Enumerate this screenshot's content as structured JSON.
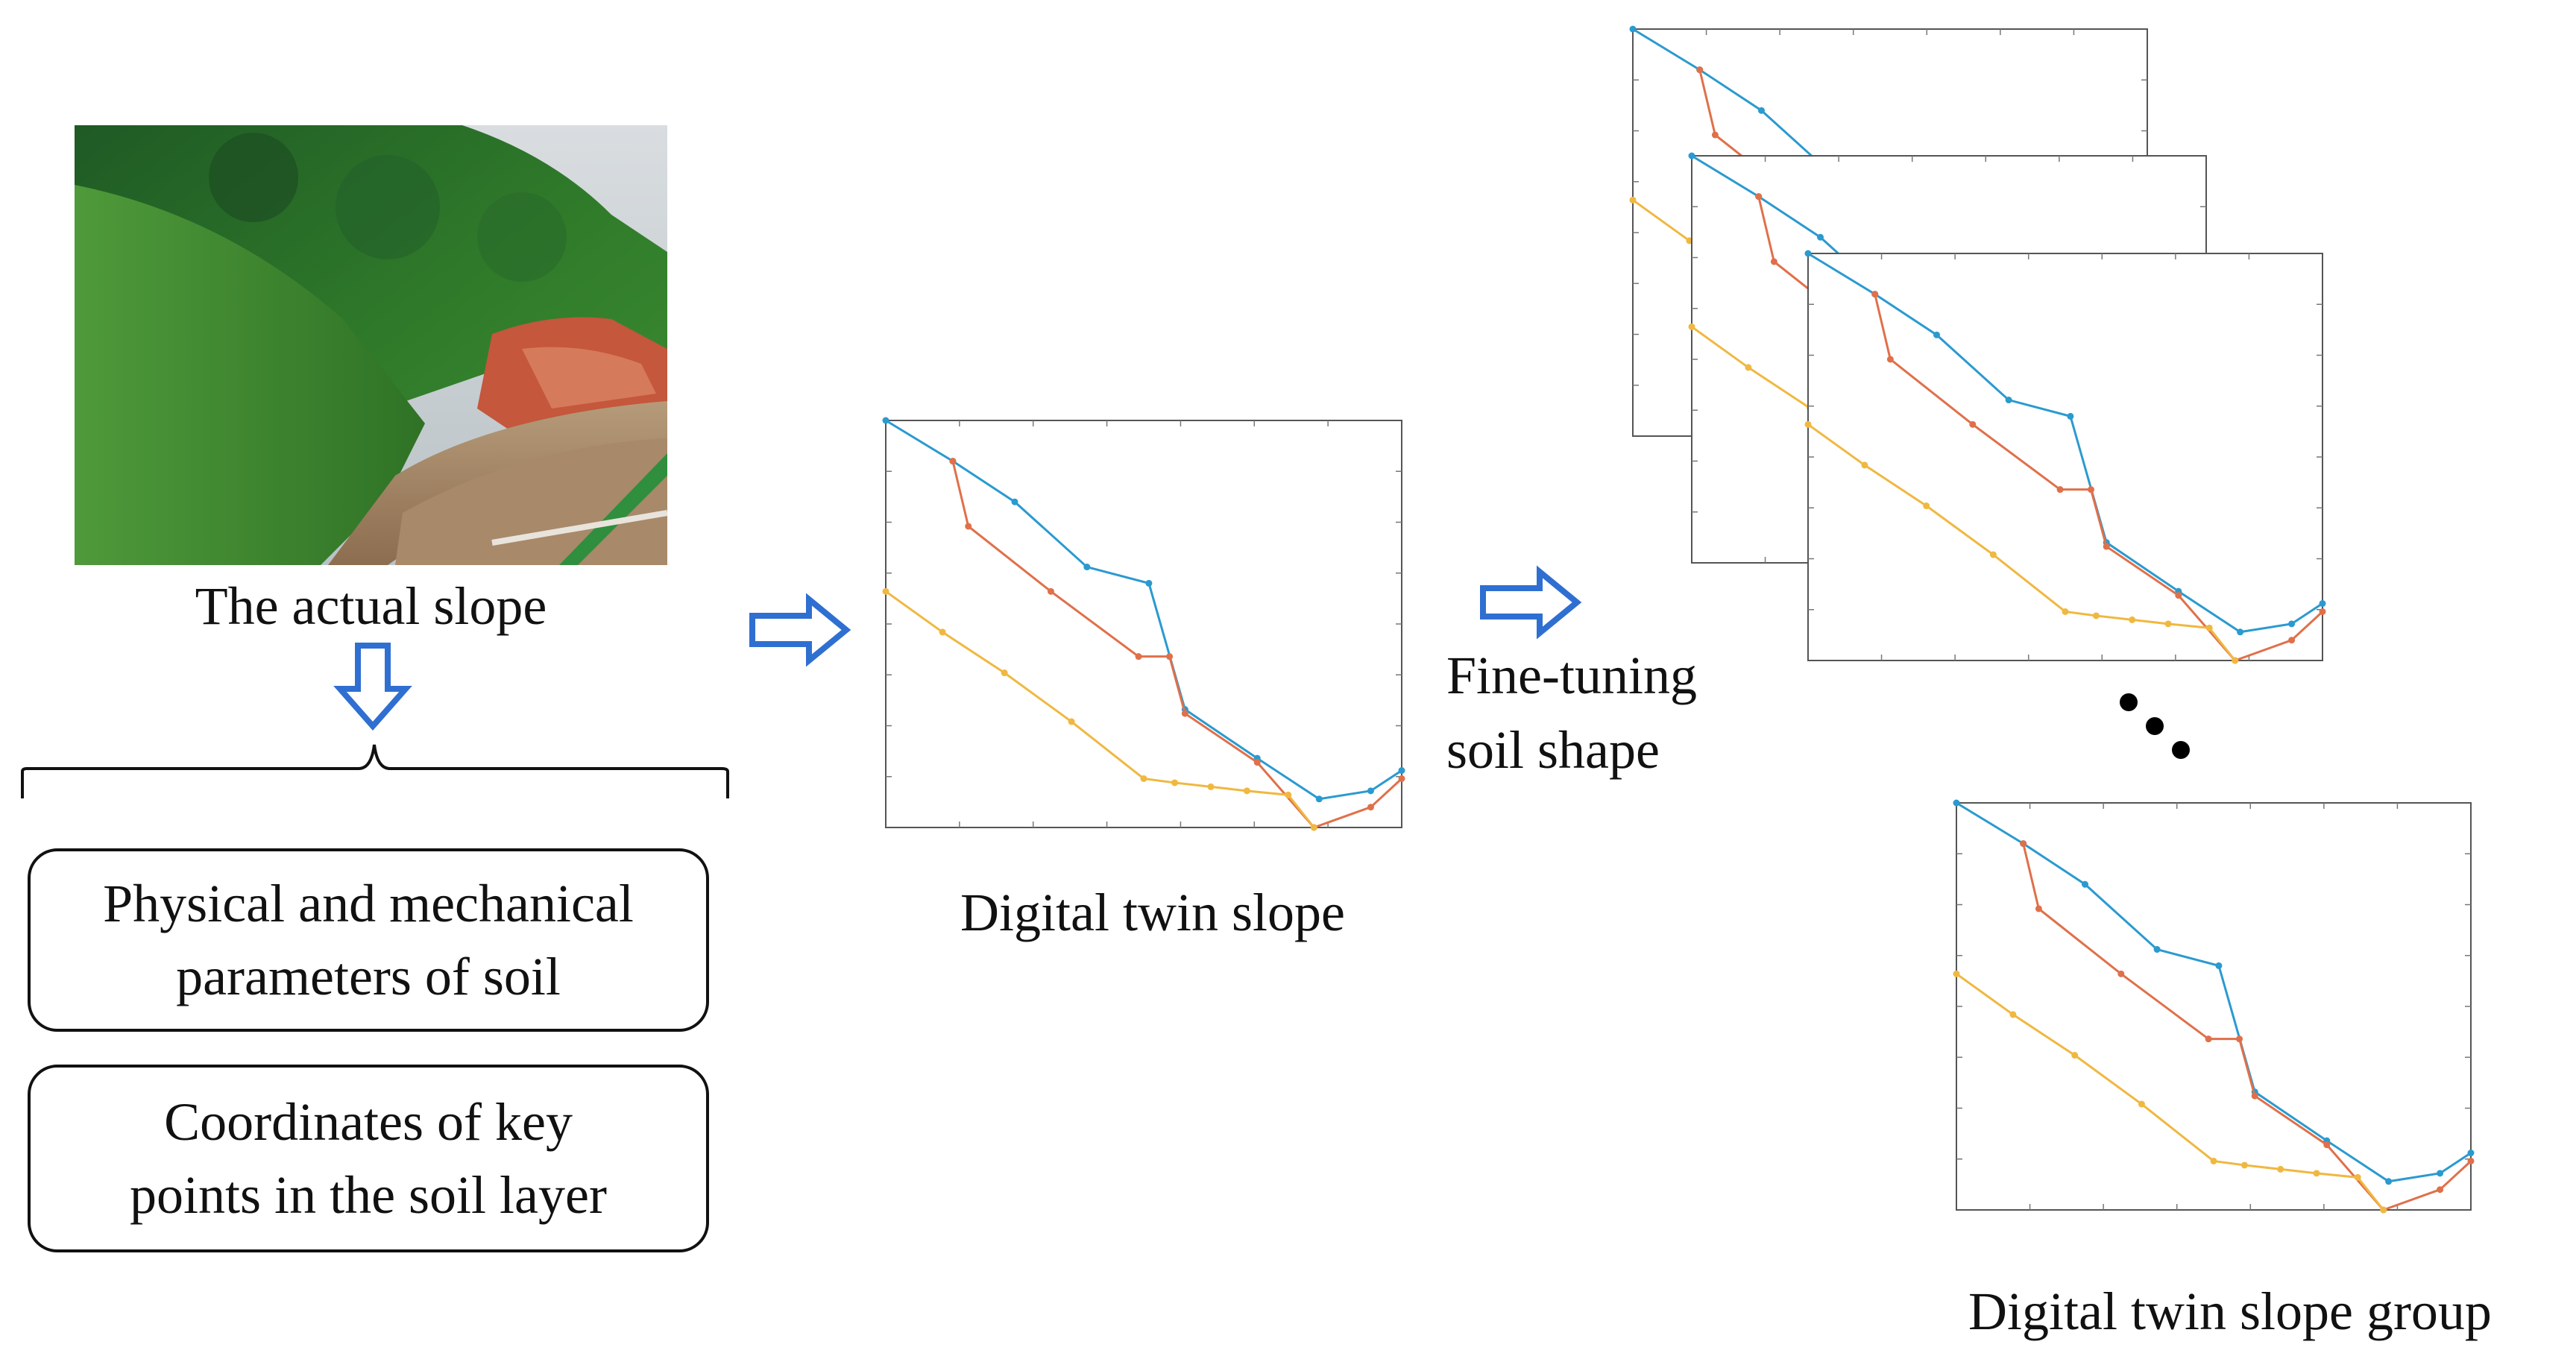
{
  "labels": {
    "actual_slope": "The actual slope",
    "digital_twin_slope": "Digital twin slope",
    "fine_tuning_line1": "Fine-tuning",
    "fine_tuning_line2": "soil shape",
    "digital_twin_group": "Digital twin slope group"
  },
  "boxes": {
    "physical_line1": "Physical and mechanical",
    "physical_line2": "parameters of soil",
    "coordinates_line1": "Coordinates of key",
    "coordinates_line2": "points in the soil layer"
  },
  "colors": {
    "arrow": "#2f6fd1",
    "blue_series": "#2a9ad0",
    "red_series": "#e0704a",
    "yellow_series": "#f0b840"
  },
  "icons": {
    "arrow_down": "hollow-arrow-down-icon",
    "arrow_right": "hollow-arrow-right-icon",
    "ellipsis": "ellipsis-dots-icon"
  },
  "chart_data": {
    "type": "line",
    "series": [
      {
        "values": [
          [
            0,
            0
          ],
          [
            0.13,
            0.1
          ],
          [
            0.25,
            0.2
          ],
          [
            0.39,
            0.36
          ],
          [
            0.51,
            0.4
          ],
          [
            0.58,
            0.71
          ],
          [
            0.72,
            0.83
          ],
          [
            0.84,
            0.93
          ],
          [
            0.94,
            0.91
          ],
          [
            1.0,
            0.86
          ]
        ]
      },
      {
        "values": [
          [
            0.13,
            0.1
          ],
          [
            0.16,
            0.26
          ],
          [
            0.32,
            0.42
          ],
          [
            0.49,
            0.58
          ],
          [
            0.55,
            0.58
          ],
          [
            0.58,
            0.72
          ],
          [
            0.72,
            0.84
          ],
          [
            0.83,
            1.0
          ],
          [
            0.94,
            0.95
          ],
          [
            1.0,
            0.88
          ]
        ]
      },
      {
        "values": [
          [
            0,
            0.42
          ],
          [
            0.11,
            0.52
          ],
          [
            0.23,
            0.62
          ],
          [
            0.36,
            0.74
          ],
          [
            0.5,
            0.88
          ],
          [
            0.56,
            0.89
          ],
          [
            0.63,
            0.9
          ],
          [
            0.7,
            0.91
          ],
          [
            0.78,
            0.92
          ],
          [
            0.83,
            1.0
          ]
        ]
      }
    ]
  }
}
